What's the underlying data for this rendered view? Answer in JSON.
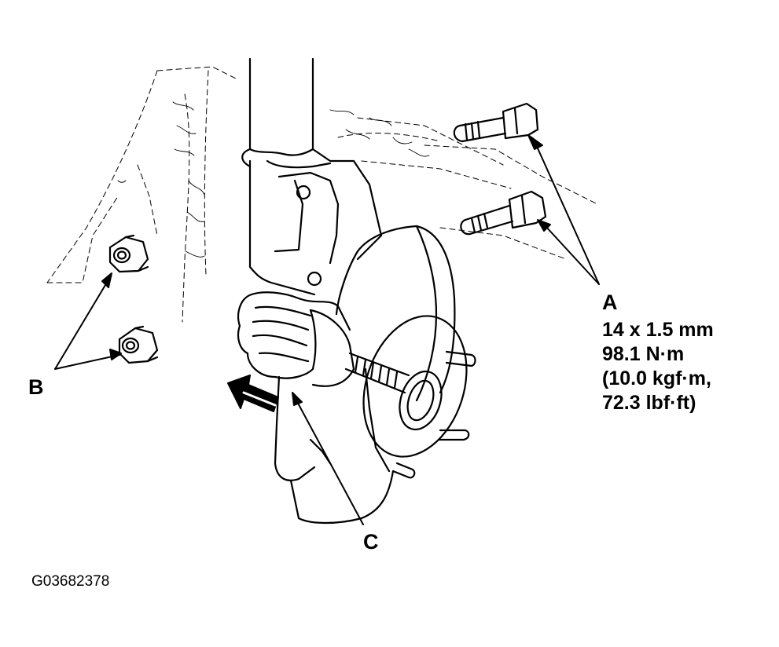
{
  "callouts": {
    "a": {
      "letter": "A",
      "spec_lines": [
        "14 x 1.5 mm",
        "98.1 N·m",
        "(10.0 kgf·m,",
        "72.3 lbf·ft)"
      ]
    },
    "b": {
      "letter": "B"
    },
    "c": {
      "letter": "C"
    }
  },
  "figure_id": "G03682378",
  "colors": {
    "ink": "#000000",
    "paper": "#ffffff"
  }
}
